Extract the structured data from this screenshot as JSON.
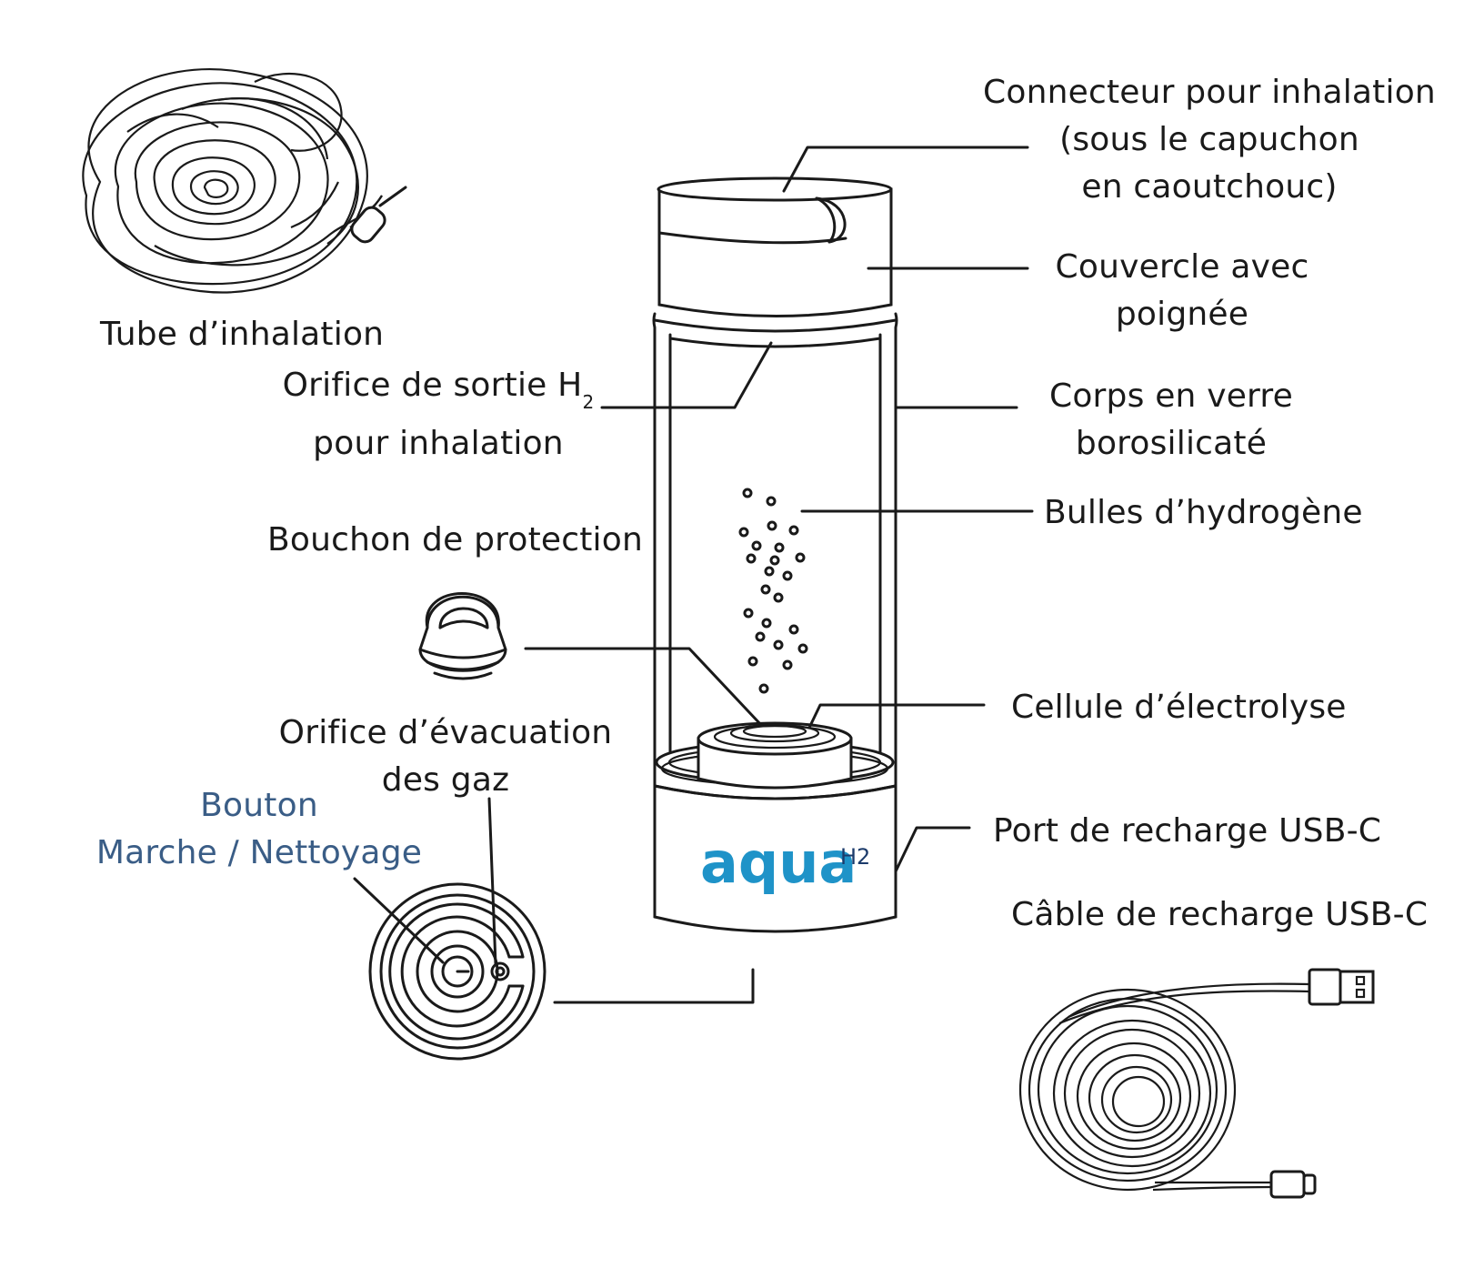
{
  "labels": {
    "connector": [
      "Connecteur pour inhalation",
      "(sous le capuchon",
      "en caoutchouc)"
    ],
    "lid": [
      "Couvercle avec",
      "poignée"
    ],
    "glass": [
      "Corps en verre",
      "borosilicaté"
    ],
    "bubbles": "Bulles d’hydrogène",
    "cell": "Cellule d’électrolyse",
    "usb_port": "Port de recharge USB-C",
    "usb_cable": "Câble de recharge USB-C",
    "tube": "Tube d’inhalation",
    "outlet_line1": "Orifice de sortie H",
    "outlet_sub": "2",
    "outlet_line2": "pour inhalation",
    "cap": "Bouchon de protection",
    "vent": [
      "Orifice d’évacuation",
      "des gaz"
    ],
    "button": [
      "Bouton",
      "Marche / Nettoyage"
    ],
    "logo_main": "aqua",
    "logo_sup": "H2"
  },
  "colors": {
    "line": "#1a1a1a",
    "button_label": "#3a5d86",
    "logo_blue": "#1f93c8",
    "logo_navy": "#1c3b6b"
  }
}
